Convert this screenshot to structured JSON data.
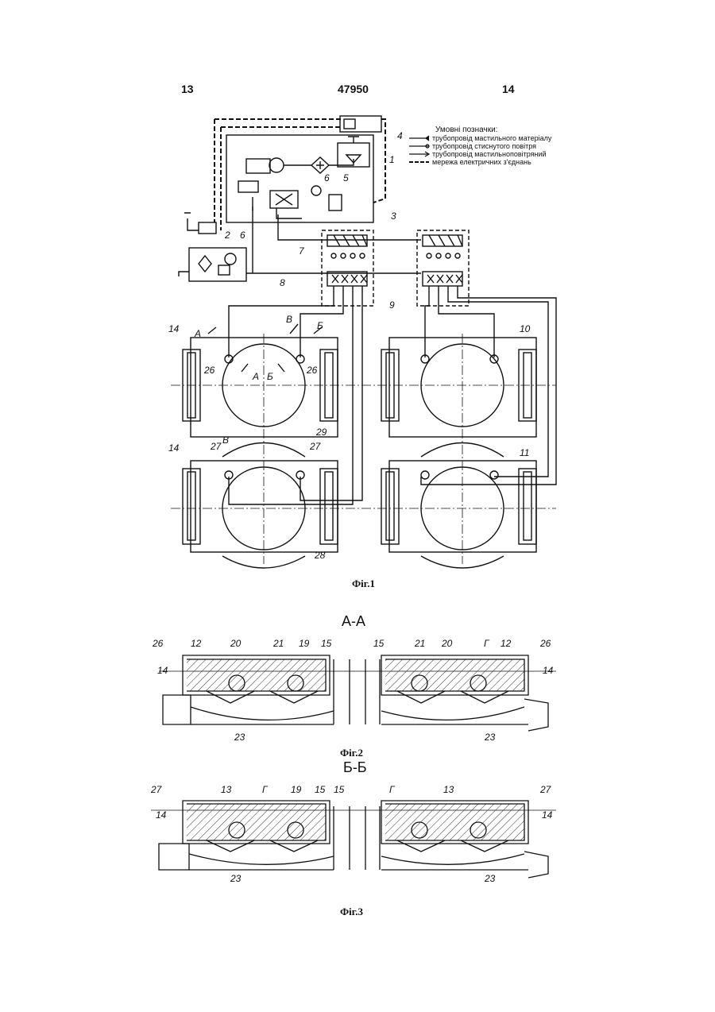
{
  "header": {
    "left_page": "13",
    "center_number": "47950",
    "right_page": "14"
  },
  "legend": {
    "title": "Умовні позначки:",
    "items": [
      "трубопровід мастильного матеріалу",
      "трубопровід стиснутого повітря",
      "трубопровід мастильноповітряний",
      "мережа електричних з'єднань"
    ]
  },
  "fig1": {
    "caption": "Фіг.1",
    "labels": [
      "1",
      "2",
      "3",
      "4",
      "5",
      "6",
      "6",
      "7",
      "8",
      "9",
      "10",
      "11",
      "14",
      "14",
      "26",
      "26",
      "27",
      "27",
      "28",
      "29",
      "А",
      "Б",
      "В",
      "В",
      "А",
      "Б"
    ]
  },
  "fig2": {
    "section": "А-А",
    "caption": "Фіг.2",
    "labels": [
      "26",
      "12",
      "20",
      "21",
      "19",
      "15",
      "15",
      "21",
      "20",
      "Г",
      "12",
      "26",
      "14",
      "14",
      "23",
      "23"
    ]
  },
  "fig3": {
    "section": "Б-Б",
    "caption": "Фіг.3",
    "labels": [
      "27",
      "13",
      "Г",
      "19",
      "15",
      "15",
      "Г",
      "13",
      "27",
      "14",
      "14",
      "23",
      "23"
    ]
  }
}
